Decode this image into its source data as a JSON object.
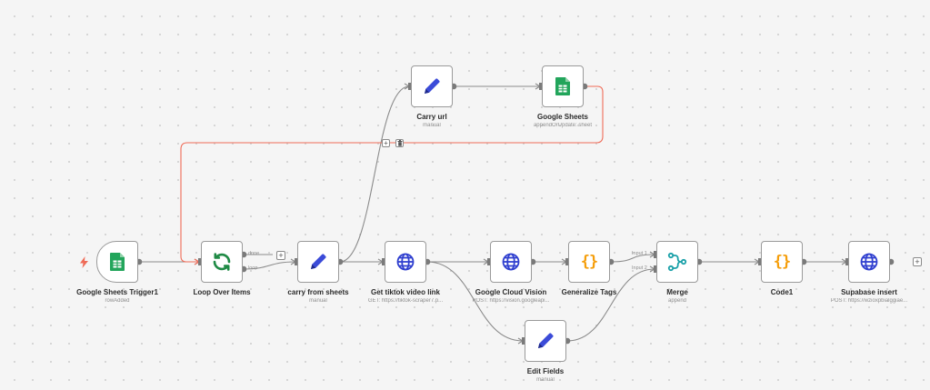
{
  "workflow": {
    "nodes": [
      {
        "id": "trigger",
        "name": "google-sheets-trigger-node",
        "label": "Google Sheets Trigger1",
        "subtitle": "rowAdded",
        "icon": "google-sheets-icon"
      },
      {
        "id": "loop",
        "name": "loop-over-items-node",
        "label": "Loop Over Items",
        "subtitle": "",
        "icon": "refresh-icon"
      },
      {
        "id": "carry",
        "name": "carry-from-sheets-node",
        "label": "carry from sheets",
        "subtitle": "manual",
        "icon": "pencil-icon"
      },
      {
        "id": "tiktok",
        "name": "get-tiktok-video-link-node",
        "label": "Get tiktok video link",
        "subtitle": "GET: https://tiktok-scraper7.p...",
        "icon": "globe-icon"
      },
      {
        "id": "vision",
        "name": "google-cloud-vision-node",
        "label": "Google Cloud Vision",
        "subtitle": "POST: https://vision.googleapi...",
        "icon": "globe-icon"
      },
      {
        "id": "tags",
        "name": "generalize-tags-node",
        "label": "Generalize Tags",
        "subtitle": "",
        "icon": "code-braces-icon"
      },
      {
        "id": "merge",
        "name": "merge-node",
        "label": "Merge",
        "subtitle": "append",
        "icon": "merge-icon"
      },
      {
        "id": "code1",
        "name": "code1-node",
        "label": "Code1",
        "subtitle": "",
        "icon": "code-braces-icon"
      },
      {
        "id": "supabase",
        "name": "supabase-insert-node",
        "label": "Supabase insert",
        "subtitle": "POST: https://wzioxpbialggiae...",
        "icon": "globe-icon"
      },
      {
        "id": "editf",
        "name": "edit-fields-node",
        "label": "Edit Fields",
        "subtitle": "manual",
        "icon": "pencil-icon"
      },
      {
        "id": "carryurl",
        "name": "carry-url-node",
        "label": "Carry url",
        "subtitle": "manual",
        "icon": "pencil-icon"
      },
      {
        "id": "gsheets",
        "name": "google-sheets-node",
        "label": "Google Sheets",
        "subtitle": "appendOrUpdate: sheet",
        "icon": "google-sheets-icon"
      }
    ],
    "ports": {
      "done": "done",
      "loop": "loop",
      "input1": "Input 1",
      "input2": "Input 2"
    },
    "edge_controls": {
      "add": "+",
      "delete": "trash-icon"
    },
    "colors": {
      "edge": "#8a8a8a",
      "highlight_edge": "#ef6b57",
      "trigger_bolt": "#ef6b57",
      "sheets_green": "#22a55b",
      "pencil_blue": "#3b4bd8",
      "globe_blue": "#2f3fcf",
      "braces_orange": "#f59e0b",
      "refresh_green": "#1f8a45",
      "merge_teal": "#19a0a8"
    }
  }
}
